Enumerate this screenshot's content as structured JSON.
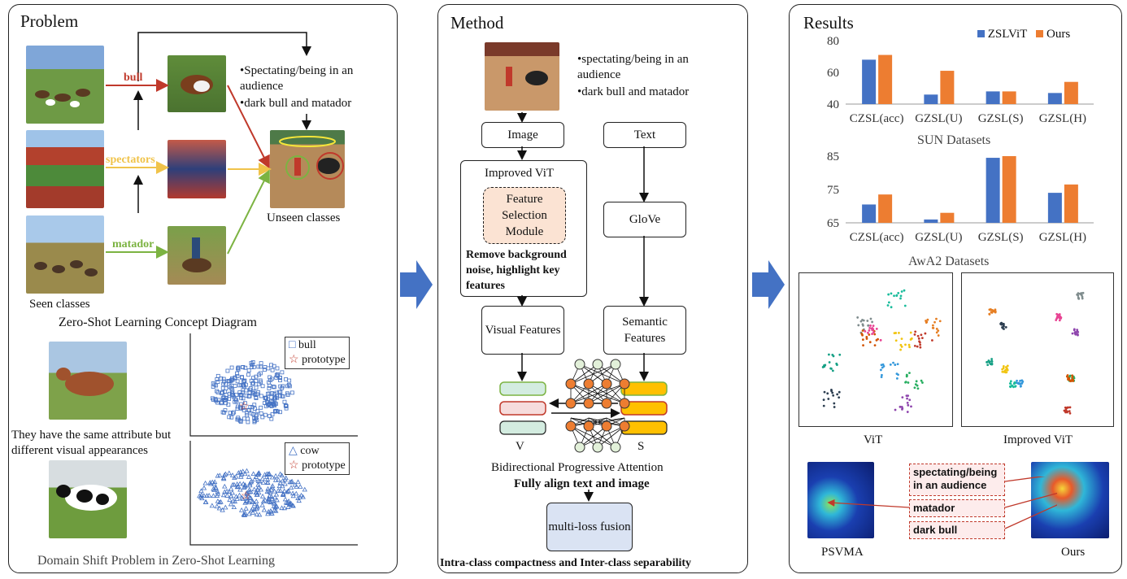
{
  "problem": {
    "title": "Problem",
    "labels": {
      "bull": "bull",
      "spectators": "spectators",
      "matador": "matador"
    },
    "bullet1": "•Spectating/being in an audience",
    "bullet2": "•dark bull and matador",
    "unseen": "Unseen classes",
    "seen": "Seen classes",
    "concept_caption": "Zero-Shot Learning Concept Diagram",
    "attribute_text": "They have the same attribute but different visual appearances",
    "legend1_item": "bull",
    "legend2_item": "cow",
    "legend_proto": "prototype",
    "domain_caption": "Domain Shift Problem in Zero-Shot Learning"
  },
  "method": {
    "title": "Method",
    "bullet1": "•spectating/being in an audience",
    "bullet2": "•dark bull and matador",
    "image_box": "Image",
    "text_box": "Text",
    "vit_label": "Improved ViT",
    "fsm": "Feature Selection Module",
    "remove_noise": "Remove background noise, highlight key features",
    "glove": "GloVe",
    "visual_features": "Visual Features",
    "semantic_features": "Semantic Features",
    "v_label": "V",
    "s_label": "S",
    "bpa": "Bidirectional Progressive Attention",
    "align": "Fully align text and image",
    "loss": "multi-loss fusion",
    "intra": "Intra-class compactness and Inter-class separability"
  },
  "results": {
    "title": "Results",
    "legend": [
      "ZSLViT",
      "Ours"
    ],
    "sun_caption": "SUN Datasets",
    "awa_caption": "AwA2 Datasets",
    "vit_caption": "ViT",
    "improved_caption": "Improved ViT",
    "heat_labels": [
      "spectating/being in an audience",
      "matador",
      "dark bull"
    ],
    "psvma": "PSVMA",
    "ours": "Ours"
  },
  "colors": {
    "zslvit": "#4472c4",
    "ours": "#ed7d31",
    "bull": "#c0392b",
    "spectators": "#f0c34a",
    "matador": "#7cb342",
    "arrow": "#4472c4"
  },
  "chart_data": [
    {
      "type": "bar",
      "title": "SUN Datasets",
      "categories": [
        "CZSL(acc)",
        "GZSL(U)",
        "GZSL(S)",
        "GZSL(H)"
      ],
      "series": [
        {
          "name": "ZSLViT",
          "values": [
            68,
            46,
            48,
            47
          ]
        },
        {
          "name": "Ours",
          "values": [
            71,
            61,
            48,
            54
          ]
        }
      ],
      "ylim": [
        40,
        80
      ],
      "yticks": [
        40,
        60,
        80
      ],
      "legend": "top-right"
    },
    {
      "type": "bar",
      "title": "AwA2 Datasets",
      "categories": [
        "CZSL(acc)",
        "GZSL(U)",
        "GZSL(S)",
        "GZSL(H)"
      ],
      "series": [
        {
          "name": "ZSLViT",
          "values": [
            70.5,
            66,
            84.5,
            74
          ]
        },
        {
          "name": "Ours",
          "values": [
            73.5,
            68,
            85,
            76.5
          ]
        }
      ],
      "ylim": [
        65,
        85
      ],
      "yticks": [
        65,
        75,
        85
      ]
    }
  ]
}
